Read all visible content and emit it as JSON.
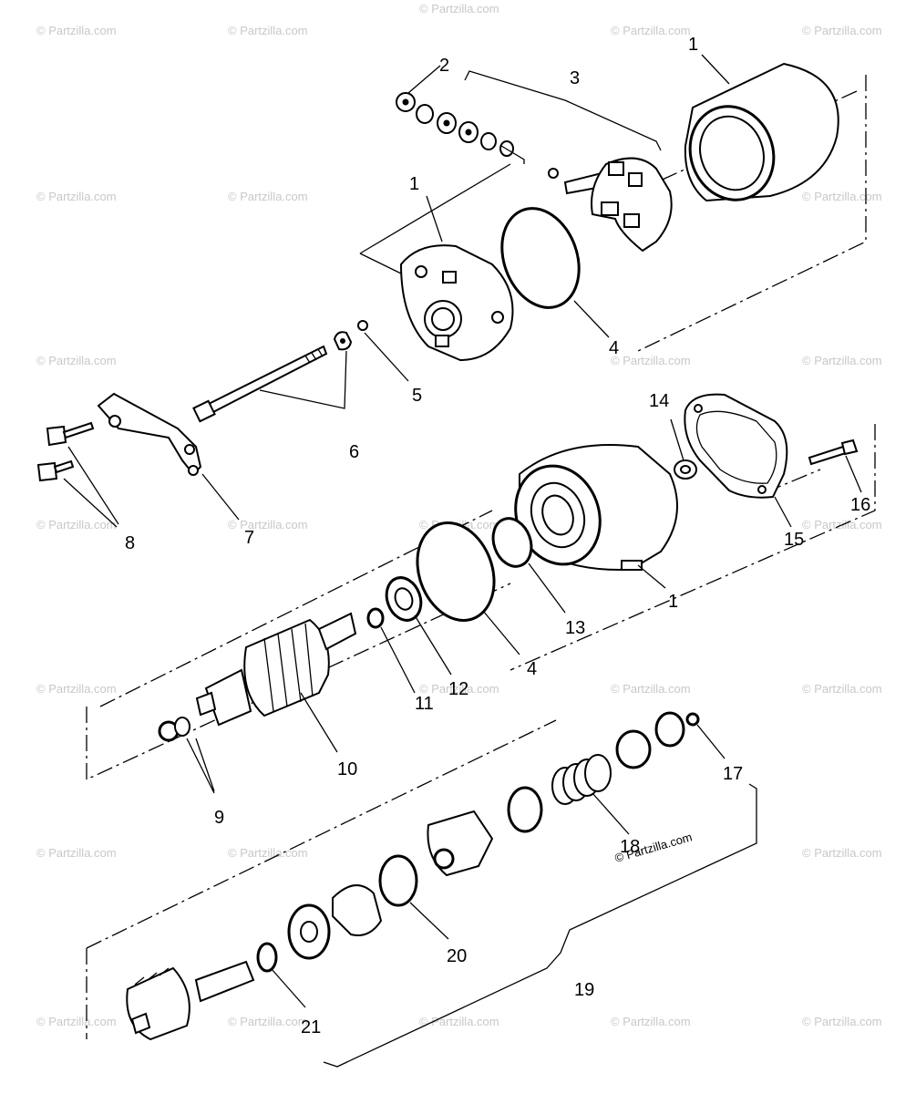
{
  "watermark": "© Partzilla.com",
  "callouts": {
    "c1a": "1",
    "c1b": "1",
    "c1c": "1",
    "c2": "2",
    "c3": "3",
    "c4a": "4",
    "c4b": "4",
    "c5": "5",
    "c6": "6",
    "c7": "7",
    "c8": "8",
    "c9": "9",
    "c10": "10",
    "c11": "11",
    "c12": "12",
    "c13": "13",
    "c14": "14",
    "c15": "15",
    "c16": "16",
    "c17": "17",
    "c18": "18",
    "c19": "19",
    "c20": "20",
    "c21": "21"
  }
}
